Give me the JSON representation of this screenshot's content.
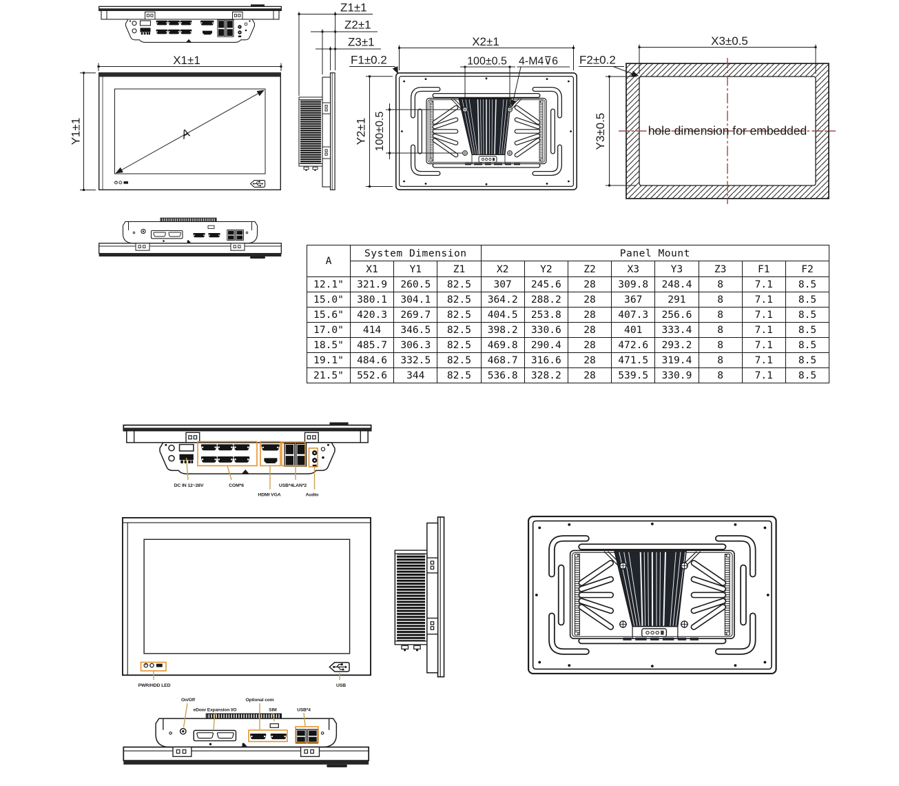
{
  "doc": {
    "type": "panel-pc-dimensional-drawing",
    "background": "#ffffff",
    "line_color": "#1c1c1c",
    "accent_orange": "#e5932b",
    "leader_tan": "#c9a152",
    "centerline_red": "#9c4a42"
  },
  "dims": {
    "x1": "X1±1",
    "y1": "Y1±1",
    "z1": "Z1±1",
    "z2": "Z2±1",
    "z3": "Z3±1",
    "x2": "X2±1",
    "y2": "Y2±1",
    "x3": "X3±0.5",
    "y3": "Y3±0.5",
    "vesa_h": "100±0.5",
    "vesa_v": "100±0.5",
    "screw_spec": "4-M4⊽6",
    "f1": "F1±0.2",
    "f2": "F2±0.2",
    "diagonal": "A",
    "hole_note": "hole dimension for embedded"
  },
  "ports": {
    "dc_in": "DC IN 12~28V",
    "com": "COM*6",
    "hdmi_vga": "HDMI VGA",
    "usb_lan": "USB*4LAN*2",
    "audio": "Audio",
    "pwr_led": "PWR/HDD LED",
    "usb_front": "USB",
    "on_off": "On/Off",
    "edoor": "eDoor Expansion I/O",
    "optional_com": "Optional com",
    "sim": "SIM",
    "usb4": "USB*4"
  },
  "table": {
    "corner_header": "A",
    "groups": [
      {
        "label": "System Dimension",
        "span": 3
      },
      {
        "label": "Panel Mount",
        "span": 8
      }
    ],
    "columns": [
      "X1",
      "Y1",
      "Z1",
      "X2",
      "Y2",
      "Z2",
      "X3",
      "Y3",
      "Z3",
      "F1",
      "F2"
    ],
    "rows": [
      {
        "size": "12.1\"",
        "values": [
          "321.9",
          "260.5",
          "82.5",
          "307",
          "245.6",
          "28",
          "309.8",
          "248.4",
          "8",
          "7.1",
          "8.5"
        ]
      },
      {
        "size": "15.0\"",
        "values": [
          "380.1",
          "304.1",
          "82.5",
          "364.2",
          "288.2",
          "28",
          "367",
          "291",
          "8",
          "7.1",
          "8.5"
        ]
      },
      {
        "size": "15.6\"",
        "values": [
          "420.3",
          "269.7",
          "82.5",
          "404.5",
          "253.8",
          "28",
          "407.3",
          "256.6",
          "8",
          "7.1",
          "8.5"
        ]
      },
      {
        "size": "17.0\"",
        "values": [
          "414",
          "346.5",
          "82.5",
          "398.2",
          "330.6",
          "28",
          "401",
          "333.4",
          "8",
          "7.1",
          "8.5"
        ]
      },
      {
        "size": "18.5\"",
        "values": [
          "485.7",
          "306.3",
          "82.5",
          "469.8",
          "290.4",
          "28",
          "472.6",
          "293.2",
          "8",
          "7.1",
          "8.5"
        ]
      },
      {
        "size": "19.1\"",
        "values": [
          "484.6",
          "332.5",
          "82.5",
          "468.7",
          "316.6",
          "28",
          "471.5",
          "319.4",
          "8",
          "7.1",
          "8.5"
        ]
      },
      {
        "size": "21.5\"",
        "values": [
          "552.6",
          "344",
          "82.5",
          "536.8",
          "328.2",
          "28",
          "539.5",
          "330.9",
          "8",
          "7.1",
          "8.5"
        ]
      }
    ]
  }
}
